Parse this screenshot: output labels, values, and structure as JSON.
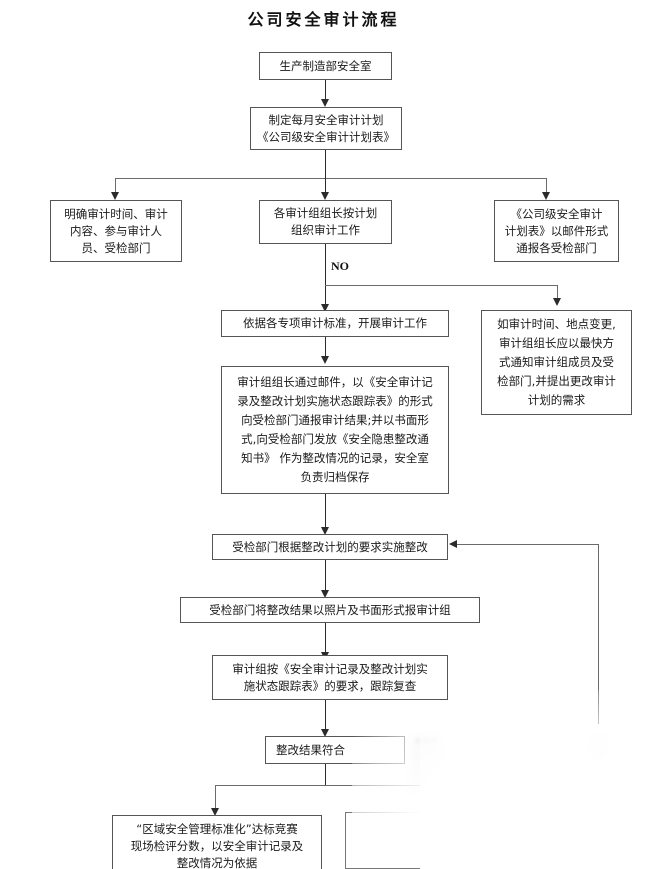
{
  "document": {
    "title": "公司安全审计流程"
  },
  "nodes": [
    {
      "id": "n1",
      "label": "生产制造部安全室"
    },
    {
      "id": "n2",
      "line1": "制定每月安全审计计划",
      "line2": "《公司级安全审计计划表》"
    },
    {
      "id": "n3",
      "line1": "明确审计时间、审计",
      "line2": "内容、参与审计人",
      "line3": "员、受检部门"
    },
    {
      "id": "n4",
      "line1": "各审计组组长按计划",
      "line2": "组织审计工作"
    },
    {
      "id": "n5",
      "line1": "《公司级安全审计",
      "line2": "计划表》以邮件形式",
      "line3": "通报各受检部门"
    },
    {
      "id": "n6",
      "label": "依据各专项审计标准，开展审计工作"
    },
    {
      "id": "n7",
      "line1": "如审计时间、地点变更,",
      "line2": "审计组组长应以最快方",
      "line3": "式通知审计组成员及受",
      "line4": "检部门,并提出更改审计",
      "line5": "计划的需求"
    },
    {
      "id": "n8",
      "line1": "审计组组长通过邮件，以《安全审计记",
      "line2": "录及整改计划实施状态跟踪表》的形式",
      "line3": "向受检部门通报审计结果;并以书面形",
      "line4": "式,向受检部门发放《安全隐患整改通",
      "line5": "知书》 作为整改情况的记录，安全室",
      "line6": "负责归档保存"
    },
    {
      "id": "n9",
      "label": "受检部门根据整改计划的要求实施整改"
    },
    {
      "id": "n10",
      "label": "受检部门将整改结果以照片及书面形式报审计组"
    },
    {
      "id": "n11",
      "line1": "审计组按《安全审计记录及整改计划实",
      "line2": "施状态跟踪表》的要求，跟踪复查"
    },
    {
      "id": "n12",
      "label": "整改结果符合"
    },
    {
      "id": "n13",
      "line1": "“区域安全管理标准化”达标竞赛",
      "line2": "现场检评分数，以安全审计记录及",
      "line3": "整改情况为依据"
    }
  ],
  "edge_labels": [
    {
      "id": "no-label",
      "text": "NO"
    }
  ]
}
